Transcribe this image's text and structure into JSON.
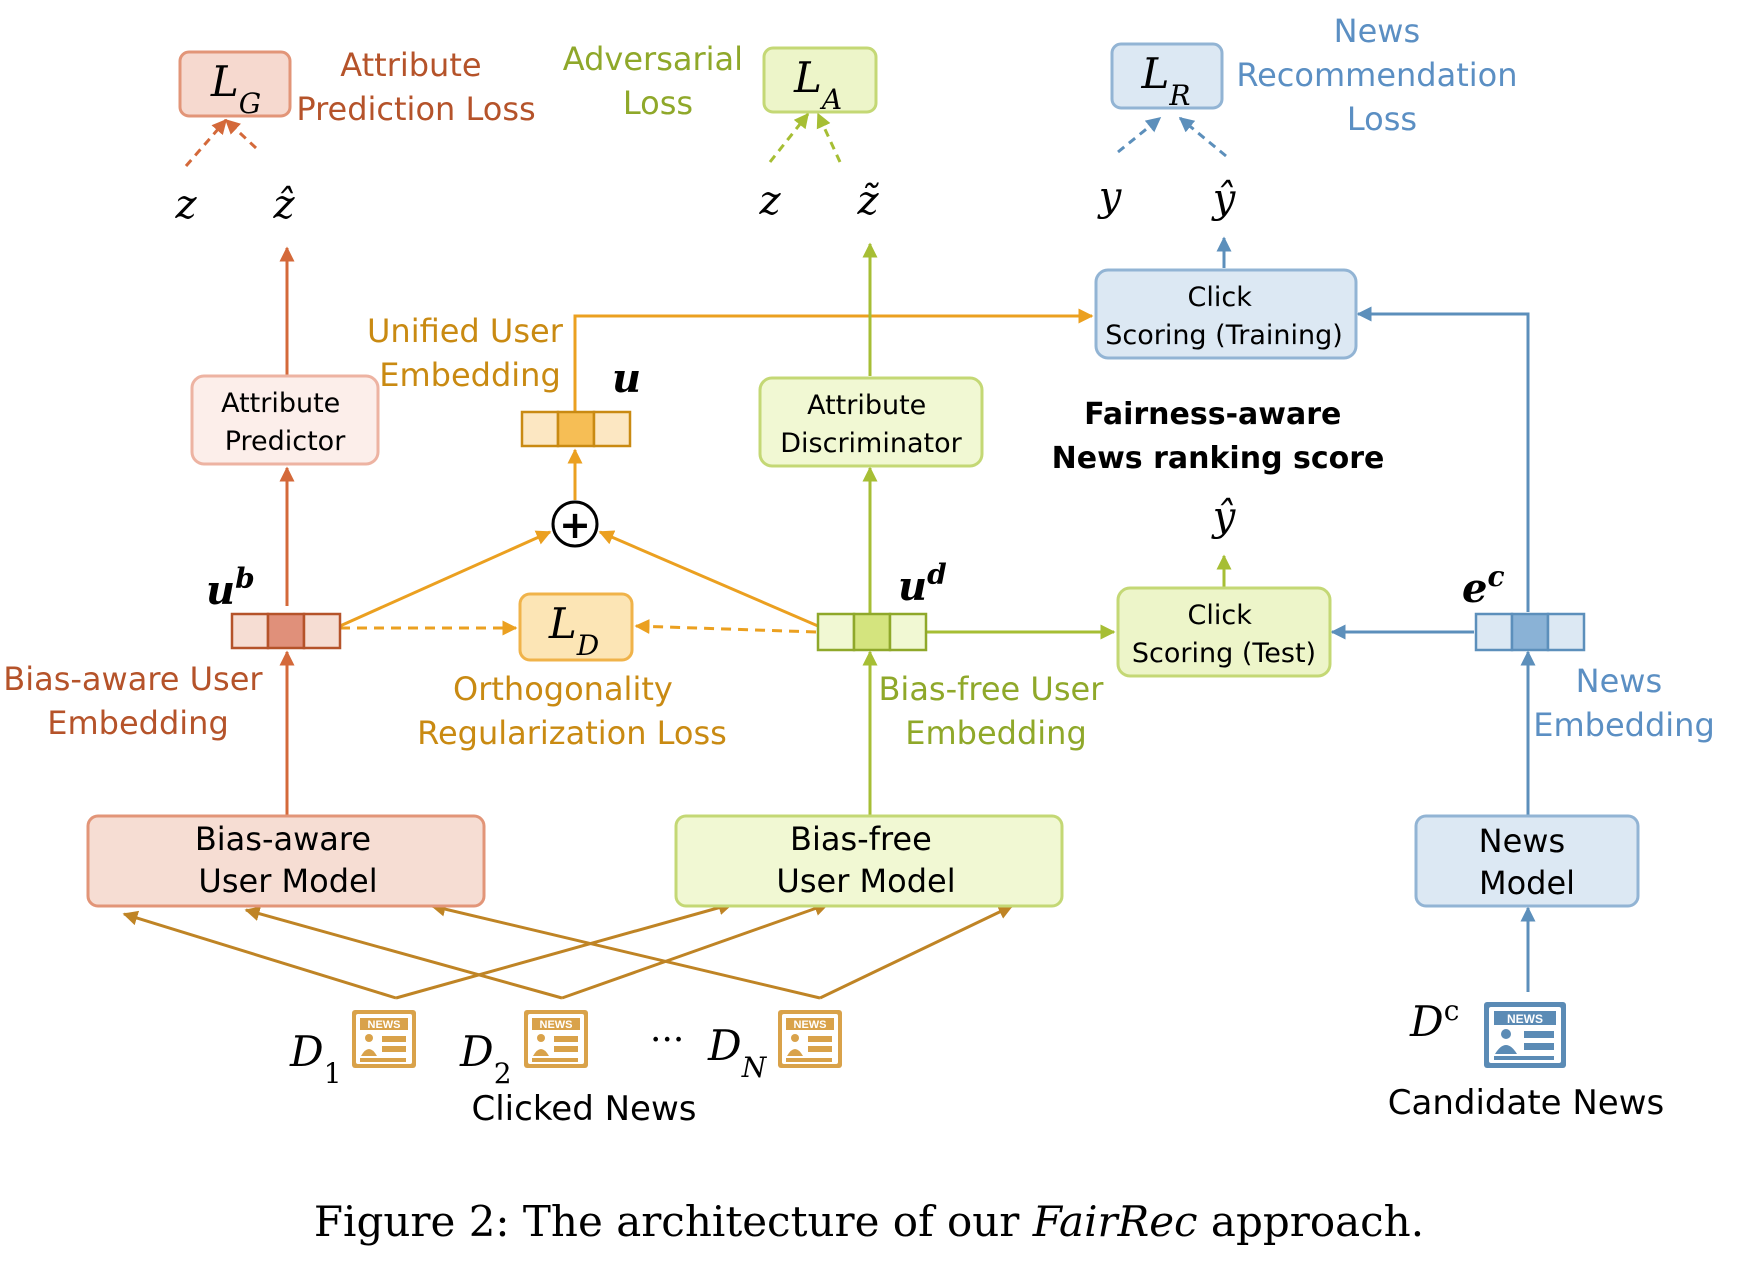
{
  "colors": {
    "orange_red": "#D4693A",
    "orange_red_text": "#B5532A",
    "orange": "#EBA020",
    "orange_text": "#C98A12",
    "green": "#A6BE34",
    "green_text": "#8FA82A",
    "blue": "#5C8FBB",
    "blue_text": "#5B8FC3",
    "brown": "#BF8425",
    "news_icon_orange": "#D9A24A",
    "news_icon_blue": "#5B8BB5"
  },
  "losses": {
    "attribute_prediction": {
      "symbol": "L",
      "sub": "G",
      "label_line1": "Attribute",
      "label_line2": "Prediction Loss"
    },
    "adversarial": {
      "symbol": "L",
      "sub": "A",
      "label_line1": "Adversarial",
      "label_line2": "Loss"
    },
    "recommendation": {
      "symbol": "L",
      "sub": "R",
      "label_line1": "News",
      "label_line2": "Recommendation",
      "label_line3": "Loss"
    },
    "orthogonality": {
      "symbol": "L",
      "sub": "D",
      "label_line1": "Orthogonality",
      "label_line2": "Regularization Loss"
    }
  },
  "variables": {
    "z_left": "z",
    "zhat": "ẑ",
    "z_mid": "z",
    "ztilde": "z̃",
    "y": "y",
    "yhat_top": "ŷ",
    "yhat_mid": "ŷ"
  },
  "modules": {
    "attribute_predictor": {
      "line1": "Attribute",
      "line2": "Predictor"
    },
    "attribute_discriminator": {
      "line1": "Attribute",
      "line2": "Discriminator"
    },
    "click_training": {
      "line1": "Click",
      "line2": "Scoring (Training)"
    },
    "click_test": {
      "line1": "Click",
      "line2": "Scoring (Test)"
    },
    "bias_aware_model": {
      "line1": "Bias-aware",
      "line2": "User Model"
    },
    "bias_free_model": {
      "line1": "Bias-free",
      "line2": "User Model"
    },
    "news_model": {
      "line1": "News",
      "line2": "Model"
    }
  },
  "embeddings": {
    "unified": {
      "symbol": "u",
      "label_line1": "Unified User",
      "label_line2": "Embedding"
    },
    "bias_aware": {
      "symbol": "u",
      "sup": "b",
      "label_line1": "Bias-aware User",
      "label_line2": "Embedding"
    },
    "bias_free": {
      "symbol": "u",
      "sup": "d",
      "label_line1": "Bias-free User",
      "label_line2": "Embedding"
    },
    "news": {
      "symbol": "e",
      "sup": "c",
      "label_line1": "News",
      "label_line2": "Embedding"
    }
  },
  "fairness": {
    "line1": "Fairness-aware",
    "line2": "News ranking score"
  },
  "plus_symbol": "+",
  "inputs": {
    "d1": {
      "symbol": "D",
      "sub": "1"
    },
    "d2": {
      "symbol": "D",
      "sub": "2"
    },
    "ellipsis": "···",
    "dn": {
      "symbol": "D",
      "sub": "N"
    },
    "dc": {
      "symbol": "D",
      "sup": "c"
    },
    "clicked_news": "Clicked News",
    "candidate_news": "Candidate News",
    "icon_text": "NEWS"
  },
  "caption": {
    "prefix": "Figure 2: The architecture of our ",
    "name": "FairRec",
    "suffix": " approach."
  }
}
